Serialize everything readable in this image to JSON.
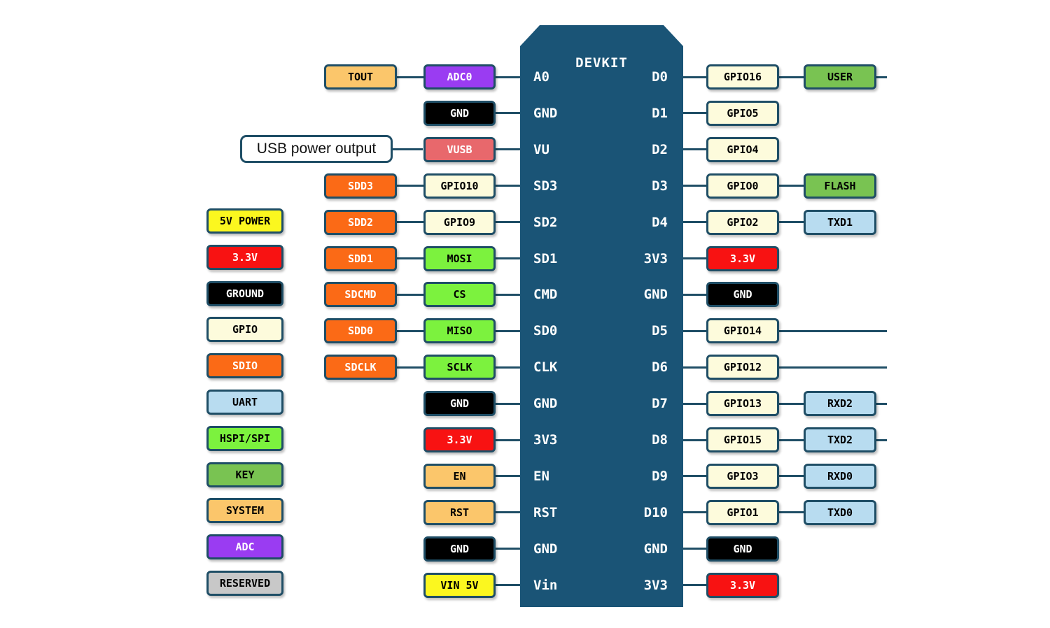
{
  "colors": {
    "board": "#1a5476",
    "outline": "#1f4e66",
    "orange": "#fbc66b",
    "purple": "#9a3cf2",
    "black": "#000000",
    "pink": "#e8686c",
    "sdio": "#fb6a16",
    "cream": "#fdfbdc",
    "lime": "#7cf23e",
    "red": "#f81212",
    "green": "#79c352",
    "blue": "#b8dcf0",
    "yellow": "#fbf71f",
    "gray": "#c8c8c8"
  },
  "board": {
    "title": "DEVKIT"
  },
  "usb_callout": "USB power output",
  "left_pins": [
    "A0",
    "GND",
    "VU",
    "SD3",
    "SD2",
    "SD1",
    "CMD",
    "SD0",
    "CLK",
    "GND",
    "3V3",
    "EN",
    "RST",
    "GND",
    "Vin"
  ],
  "right_pins": [
    "D0",
    "D1",
    "D2",
    "D3",
    "D4",
    "3V3",
    "GND",
    "D5",
    "D6",
    "D7",
    "D8",
    "D9",
    "D10",
    "GND",
    "3V3"
  ],
  "left_inner": [
    {
      "label": "ADC0",
      "color": "purple",
      "text": "#ffffff"
    },
    {
      "label": "GND",
      "color": "black",
      "text": "#ffffff"
    },
    {
      "label": "VUSB",
      "color": "pink",
      "text": "#ffffff"
    },
    {
      "label": "GPIO10",
      "color": "cream",
      "text": "#000000"
    },
    {
      "label": "GPIO9",
      "color": "cream",
      "text": "#000000"
    },
    {
      "label": "MOSI",
      "color": "lime",
      "text": "#000000"
    },
    {
      "label": "CS",
      "color": "lime",
      "text": "#000000"
    },
    {
      "label": "MISO",
      "color": "lime",
      "text": "#000000"
    },
    {
      "label": "SCLK",
      "color": "lime",
      "text": "#000000"
    },
    {
      "label": "GND",
      "color": "black",
      "text": "#ffffff"
    },
    {
      "label": "3.3V",
      "color": "red",
      "text": "#ffffff"
    },
    {
      "label": "EN",
      "color": "orange",
      "text": "#000000"
    },
    {
      "label": "RST",
      "color": "orange",
      "text": "#000000"
    },
    {
      "label": "GND",
      "color": "black",
      "text": "#ffffff"
    },
    {
      "label": "VIN 5V",
      "color": "yellow",
      "text": "#000000"
    }
  ],
  "left_outer": [
    {
      "row": 0,
      "label": "TOUT",
      "color": "orange",
      "text": "#000000"
    },
    {
      "row": 3,
      "label": "SDD3",
      "color": "sdio",
      "text": "#ffffff"
    },
    {
      "row": 4,
      "label": "SDD2",
      "color": "sdio",
      "text": "#ffffff"
    },
    {
      "row": 5,
      "label": "SDD1",
      "color": "sdio",
      "text": "#ffffff"
    },
    {
      "row": 6,
      "label": "SDCMD",
      "color": "sdio",
      "text": "#ffffff"
    },
    {
      "row": 7,
      "label": "SDD0",
      "color": "sdio",
      "text": "#ffffff"
    },
    {
      "row": 8,
      "label": "SDCLK",
      "color": "sdio",
      "text": "#ffffff"
    }
  ],
  "right_inner": [
    {
      "label": "GPIO16",
      "color": "cream",
      "text": "#000000"
    },
    {
      "label": "GPIO5",
      "color": "cream",
      "text": "#000000"
    },
    {
      "label": "GPIO4",
      "color": "cream",
      "text": "#000000"
    },
    {
      "label": "GPIO0",
      "color": "cream",
      "text": "#000000"
    },
    {
      "label": "GPIO2",
      "color": "cream",
      "text": "#000000"
    },
    {
      "label": "3.3V",
      "color": "red",
      "text": "#ffffff"
    },
    {
      "label": "GND",
      "color": "black",
      "text": "#ffffff"
    },
    {
      "label": "GPIO14",
      "color": "cream",
      "text": "#000000"
    },
    {
      "label": "GPIO12",
      "color": "cream",
      "text": "#000000"
    },
    {
      "label": "GPIO13",
      "color": "cream",
      "text": "#000000"
    },
    {
      "label": "GPIO15",
      "color": "cream",
      "text": "#000000"
    },
    {
      "label": "GPIO3",
      "color": "cream",
      "text": "#000000"
    },
    {
      "label": "GPIO1",
      "color": "cream",
      "text": "#000000"
    },
    {
      "label": "GND",
      "color": "black",
      "text": "#ffffff"
    },
    {
      "label": "3.3V",
      "color": "red",
      "text": "#ffffff"
    }
  ],
  "right_outer": [
    {
      "row": 0,
      "label": "USER",
      "color": "green",
      "text": "#000000"
    },
    {
      "row": 3,
      "label": "FLASH",
      "color": "green",
      "text": "#000000"
    },
    {
      "row": 4,
      "label": "TXD1",
      "color": "blue",
      "text": "#000000"
    },
    {
      "row": 9,
      "label": "RXD2",
      "color": "blue",
      "text": "#000000"
    },
    {
      "row": 10,
      "label": "TXD2",
      "color": "blue",
      "text": "#000000"
    },
    {
      "row": 11,
      "label": "RXD0",
      "color": "blue",
      "text": "#000000"
    },
    {
      "row": 12,
      "label": "TXD0",
      "color": "blue",
      "text": "#000000"
    }
  ],
  "legend": [
    {
      "label": "5V POWER",
      "color": "yellow",
      "text": "#000000"
    },
    {
      "label": "3.3V",
      "color": "red",
      "text": "#ffffff"
    },
    {
      "label": "GROUND",
      "color": "black",
      "text": "#ffffff"
    },
    {
      "label": "GPIO",
      "color": "cream",
      "text": "#000000"
    },
    {
      "label": "SDIO",
      "color": "sdio",
      "text": "#ffffff"
    },
    {
      "label": "UART",
      "color": "blue",
      "text": "#000000"
    },
    {
      "label": "HSPI/SPI",
      "color": "lime",
      "text": "#000000"
    },
    {
      "label": "KEY",
      "color": "green",
      "text": "#000000"
    },
    {
      "label": "SYSTEM",
      "color": "orange",
      "text": "#000000"
    },
    {
      "label": "ADC",
      "color": "purple",
      "text": "#ffffff"
    },
    {
      "label": "RESERVED",
      "color": "gray",
      "text": "#000000"
    }
  ]
}
